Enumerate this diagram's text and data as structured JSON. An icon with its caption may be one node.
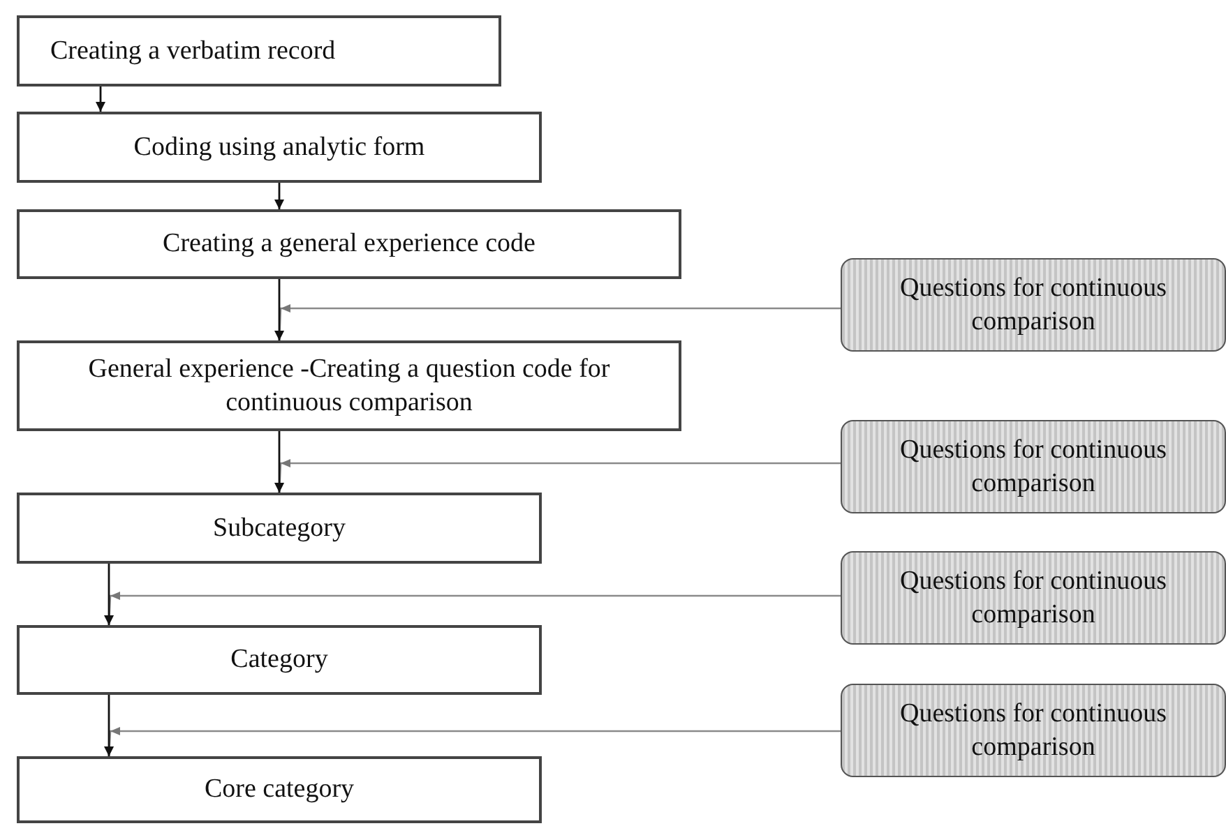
{
  "diagram": {
    "nodes": [
      {
        "text": [
          "Creating a verbatim record"
        ]
      },
      {
        "text": [
          "Coding using analytic form"
        ]
      },
      {
        "text": [
          "Creating a general experience code"
        ]
      },
      {
        "text": [
          "General experience -Creating a question code for continuous comparison"
        ]
      },
      {
        "text": [
          "Subcategory"
        ]
      },
      {
        "text": [
          "Category"
        ]
      },
      {
        "text": [
          "Core category"
        ]
      },
      {
        "text": [
          "Questions for continuous comparison"
        ]
      },
      {
        "text": [
          "Questions for continuous comparison"
        ]
      },
      {
        "text": [
          "Questions for continuous comparison"
        ]
      },
      {
        "text": [
          "Questions for continuous comparison"
        ]
      }
    ],
    "edges": [
      {
        "from": 0,
        "to": 1,
        "arrow": "to"
      },
      {
        "from": 1,
        "to": 2,
        "arrow": "to"
      },
      {
        "from": 2,
        "to": 3,
        "arrow": "to"
      },
      {
        "from": 3,
        "to": 4,
        "arrow": "to"
      },
      {
        "from": 4,
        "to": 5,
        "arrow": "to"
      },
      {
        "from": 5,
        "to": 6,
        "arrow": "to"
      },
      {
        "from": 7,
        "to": 3,
        "arrow": "to",
        "color": "#8a8a8a"
      },
      {
        "from": 8,
        "to": 4,
        "arrow": "to",
        "color": "#8a8a8a"
      },
      {
        "from": 9,
        "to": 5,
        "arrow": "to",
        "color": "#8a8a8a"
      },
      {
        "from": 10,
        "to": 6,
        "arrow": "to",
        "color": "#8a8a8a"
      }
    ]
  }
}
